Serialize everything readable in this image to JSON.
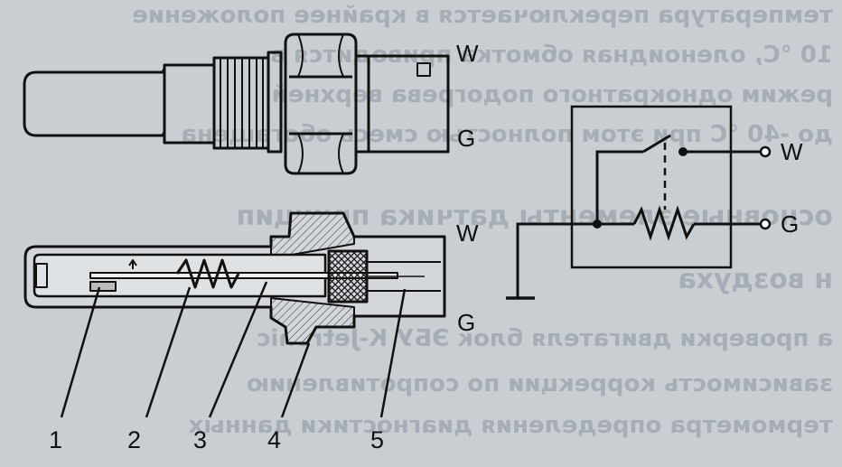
{
  "diagram": {
    "terminals": {
      "top_view": {
        "w": "W",
        "g": "G"
      },
      "section_view": {
        "w": "W",
        "g": "G"
      },
      "schematic": {
        "w": "W",
        "g": "G"
      }
    },
    "callouts": [
      "1",
      "2",
      "3",
      "4",
      "5"
    ]
  },
  "background_text": [
    "температура переключается в крайнее положение",
    "10 °С, оленоидная обмотка приводится в",
    "режим однократного подогрева верхней",
    "до -40 °С при этом полностью смесь обогащена",
    "основные элементы датчика принцип",
    "н воздуха",
    "а проверки двигателя блок ЭБУ К-Jetronic",
    "зависимость коррекции по сопротивлению",
    "термометра определения диагностики данных"
  ]
}
